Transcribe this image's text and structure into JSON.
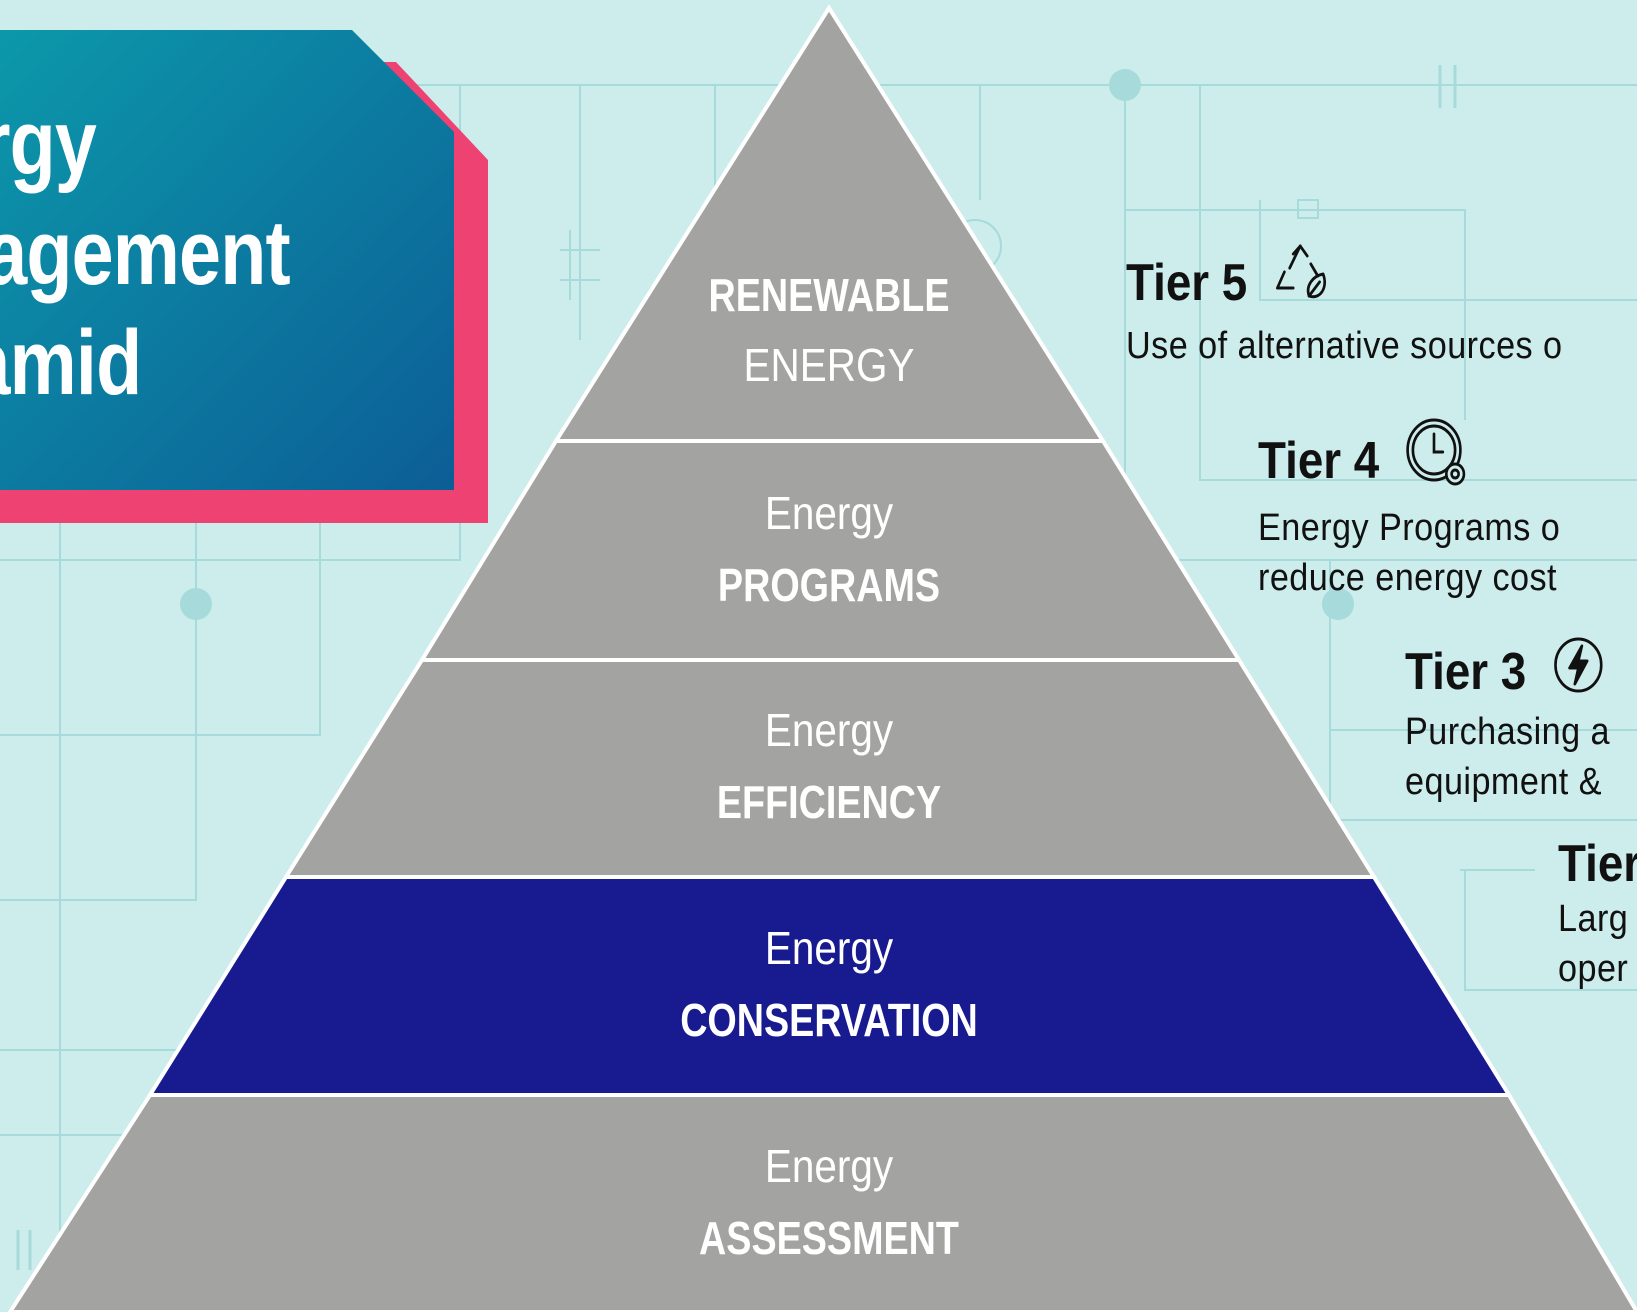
{
  "title": {
    "lines": [
      "ergy",
      "nagement",
      "ramid"
    ]
  },
  "colors": {
    "background": "#cdecec",
    "circuit": "#a6dadb",
    "tier_gray": "#a3a4a2",
    "tier_highlight": "#181b8f",
    "title_gradient_start": "#0c98aa",
    "title_gradient_end": "#0c5e96",
    "title_accent": "#ee4272"
  },
  "pyramid": {
    "tiers": [
      {
        "line1": "RENEWABLE",
        "line2": "ENERGY"
      },
      {
        "line1": "Energy",
        "line2": "PROGRAMS"
      },
      {
        "line1": "Energy",
        "line2": "EFFICIENCY"
      },
      {
        "line1": "Energy",
        "line2": "CONSERVATION"
      },
      {
        "line1": "Energy",
        "line2": "ASSESSMENT"
      }
    ]
  },
  "descriptions": [
    {
      "heading": "Tier 5",
      "icon": "recycle-leaf-icon",
      "lines": [
        "Use of alternative sources o"
      ]
    },
    {
      "heading": "Tier 4",
      "icon": "clock-gear-icon",
      "lines": [
        "Energy Programs o",
        "reduce energy cost"
      ]
    },
    {
      "heading": "Tier 3",
      "icon": "lightning-icon",
      "lines": [
        "Purchasing a",
        "equipment &"
      ]
    },
    {
      "heading": "Tier",
      "icon": "",
      "lines": [
        "Larg",
        "oper"
      ]
    }
  ]
}
